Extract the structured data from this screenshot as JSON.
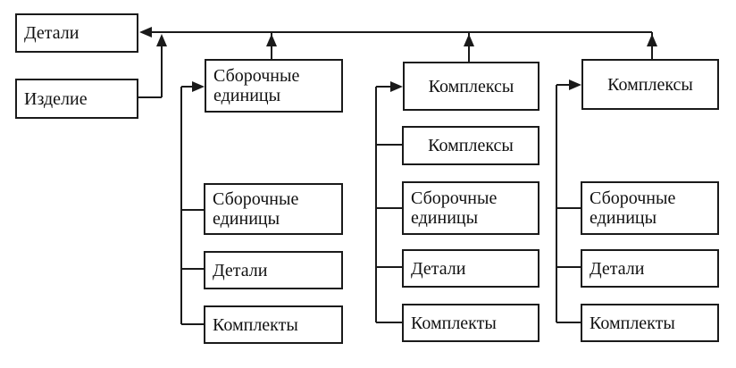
{
  "diagram": {
    "line_color": "#1a1a1a",
    "nodes": {
      "details_root": "Детали",
      "product": "Изделие",
      "col1_head": "Сборочные\nединицы",
      "col1_item1": "Сборочные\nединицы",
      "col1_item2": "Детали",
      "col1_item3": "Комплекты",
      "col2_head": "Комплексы",
      "col2_item1": "Комплексы",
      "col2_item2": "Сборочные\nединицы",
      "col2_item3": "Детали",
      "col2_item4": "Комплекты",
      "col3_head": "Комплексы",
      "col3_item1": "Сборочные\nединицы",
      "col3_item2": "Детали",
      "col3_item3": "Комплекты"
    }
  }
}
